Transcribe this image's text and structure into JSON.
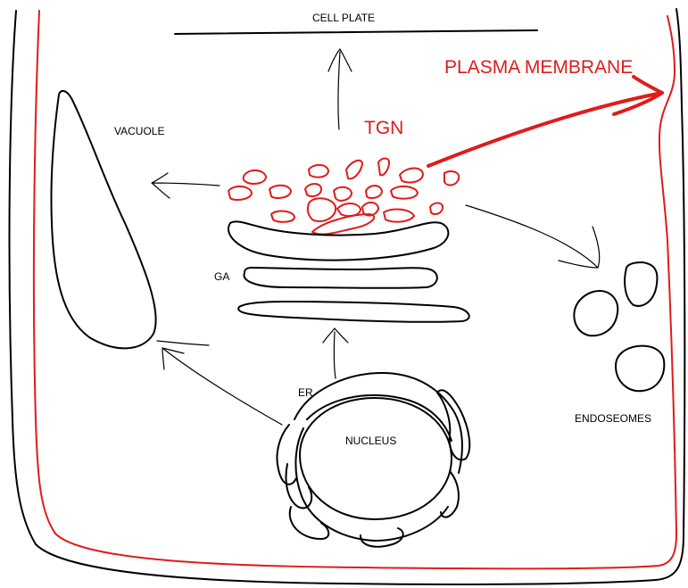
{
  "colors": {
    "ink": "#000000",
    "highlight": "#e01b1b",
    "background": "#ffffff"
  },
  "labels": {
    "cell_plate": "CELL PLATE",
    "plasma_membrane": "PLASMA MEMBRANE",
    "tgn": "TGN",
    "vacuole": "VACUOLE",
    "ga": "GA",
    "er": "ER",
    "nucleus": "NUCLEUS",
    "endosomes": "ENDOSEOMES"
  }
}
